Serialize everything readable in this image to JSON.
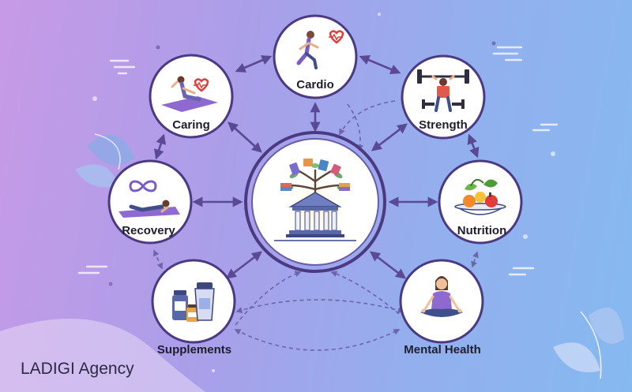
{
  "nodes": {
    "cardio": {
      "label": "Cardio",
      "icon": "running-heart-icon"
    },
    "caring": {
      "label": "Caring",
      "icon": "stretching-yoga-icon"
    },
    "strength": {
      "label": "Strength",
      "icon": "weightlifting-icon"
    },
    "recovery": {
      "label": "Recovery",
      "icon": "recovery-infinity-icon"
    },
    "nutrition": {
      "label": "Nutrition",
      "icon": "fruit-vegetable-bowl-icon"
    },
    "supplements": {
      "label": "Supplements",
      "icon": "supplement-bottles-icon"
    },
    "mental_health": {
      "label": "Mental Health",
      "icon": "meditation-icon"
    }
  },
  "center": {
    "icon": "library-knowledge-tree-icon"
  },
  "brand": "LADIGI Agency",
  "colors": {
    "node_border": "#4b3a82",
    "arrow": "#5a4a96",
    "background_start": "#c79ae6",
    "background_end": "#86b9f0",
    "accent_purple": "#7b5cc7",
    "heart_red": "#e23b3b"
  }
}
